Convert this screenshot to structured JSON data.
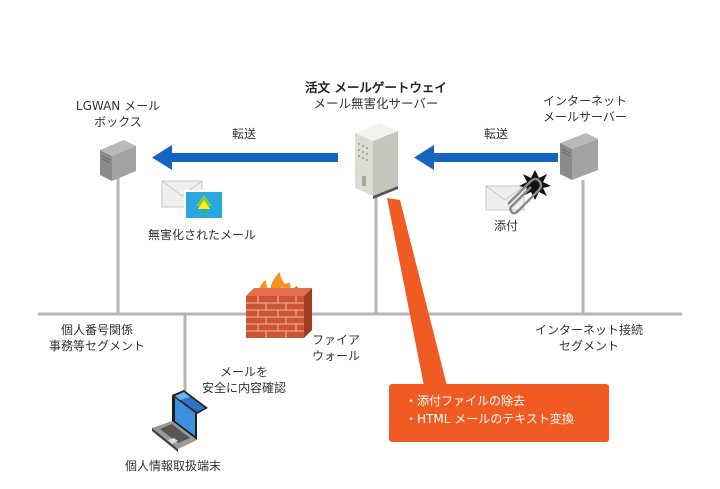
{
  "nodes": {
    "lgwan_mailbox": {
      "line1": "LGWAN メール",
      "line2": "ボックス"
    },
    "gateway": {
      "line1": "活文 メールゲートウェイ",
      "line2": "メール無害化サーバー"
    },
    "internet_mail_server": {
      "line1": "インターネット",
      "line2": "メールサーバー"
    },
    "firewall": {
      "line1": "ファイア",
      "line2": "ウォール"
    },
    "terminal": {
      "label": "個人情報取扱端末"
    }
  },
  "arrows": {
    "left_transfer": "転送",
    "right_transfer": "転送"
  },
  "mail_items": {
    "sanitized": "無害化されたメール",
    "attachment": "添付"
  },
  "segments": {
    "mynumber": {
      "line1": "個人番号関係",
      "line2": "事務等セグメント"
    },
    "internet": {
      "line1": "インターネット接続",
      "line2": "セグメント"
    }
  },
  "terminal_note": {
    "line1": "メールを",
    "line2": "安全に内容確認"
  },
  "callout": {
    "items": [
      "・添付ファイルの除去",
      "・HTML メールのテキスト変換"
    ]
  },
  "colors": {
    "arrow": "#1565c0",
    "callout": "#f05a23",
    "network_line": "#b0b0b0"
  }
}
